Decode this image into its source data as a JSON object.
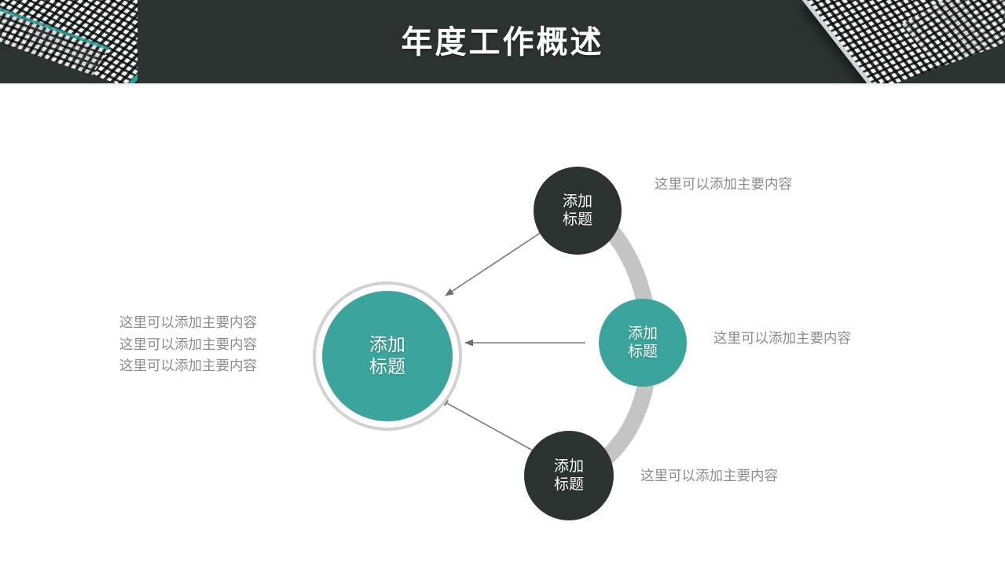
{
  "slide": {
    "title": "年度工作概述",
    "colors": {
      "header_bg": "#2d3331",
      "accent_teal": "#3ba49c",
      "dark_node": "#2c3331",
      "arc_gray": "#c4c4c4",
      "ring_gray": "#d2d2d2",
      "note_text": "#8c8c8c",
      "page_bg": "#ffffff"
    }
  },
  "diagram": {
    "nodes": [
      {
        "id": "main",
        "label_line1": "添加",
        "label_line2": "标题",
        "style": "teal-large"
      },
      {
        "id": "top",
        "label_line1": "添加",
        "label_line2": "标题",
        "style": "dark"
      },
      {
        "id": "right",
        "label_line1": "添加",
        "label_line2": "标题",
        "style": "teal"
      },
      {
        "id": "bottom",
        "label_line1": "添加",
        "label_line2": "标题",
        "style": "dark"
      }
    ],
    "notes": {
      "left": {
        "line1": "这里可以添加主要内容",
        "line2": "这里可以添加主要内容",
        "line3": "这里可以添加主要内容"
      },
      "top": "这里可以添加主要内容",
      "right": "这里可以添加主要内容",
      "bottom": "这里可以添加主要内容"
    },
    "arrows": [
      {
        "from": "top",
        "to": "main",
        "direction": "down-left"
      },
      {
        "from": "right",
        "to": "main",
        "direction": "left"
      },
      {
        "from": "bottom",
        "to": "main",
        "direction": "up-left"
      }
    ]
  }
}
